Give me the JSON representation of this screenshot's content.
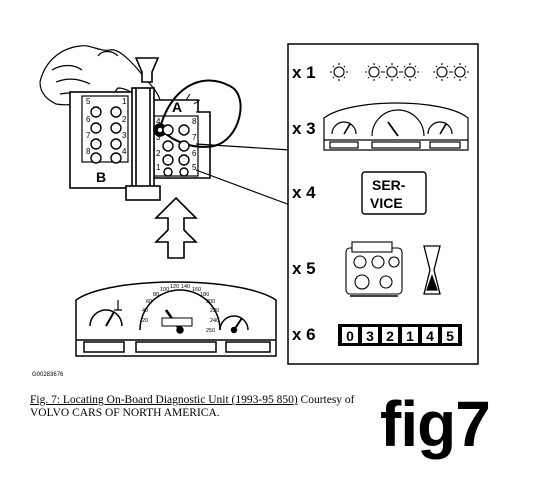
{
  "module": {
    "left_block_label": "B",
    "right_block_label": "A",
    "left_block_numbers": [
      "5",
      "1",
      "6",
      "2",
      "7",
      "3",
      "8",
      "4"
    ],
    "right_block_numbers": [
      "4",
      "8",
      "3",
      "7",
      "2",
      "6",
      "1",
      "5"
    ]
  },
  "panel": {
    "rows": [
      {
        "label": "x 1",
        "name": "x1"
      },
      {
        "label": "x 3",
        "name": "x3"
      },
      {
        "label": "x 4",
        "name": "x4"
      },
      {
        "label": "x 5",
        "name": "x5"
      },
      {
        "label": "x 6",
        "name": "x6"
      }
    ],
    "service_text_line1": "SER-",
    "service_text_line2": "VICE",
    "odometer_digits": [
      "0",
      "3",
      "2",
      "1",
      "4",
      "5"
    ]
  },
  "speedometer": {
    "ticks": [
      "20",
      "40",
      "60",
      "80",
      "100",
      "120",
      "140",
      "160",
      "180",
      "200",
      "220",
      "240",
      "250"
    ]
  },
  "figure_id": "G00283676",
  "caption": {
    "link_text": "Fig. 7: Locating On-Board Diagnostic Unit (1993-95 850)",
    "rest_text": " Courtesy of VOLVO CARS OF NORTH AMERICA."
  },
  "tag": "fig7",
  "icons": [
    "bulb-icon",
    "thermometer-icon",
    "fuel-icon",
    "hourglass-icon",
    "engine-icon",
    "hand-icon"
  ]
}
